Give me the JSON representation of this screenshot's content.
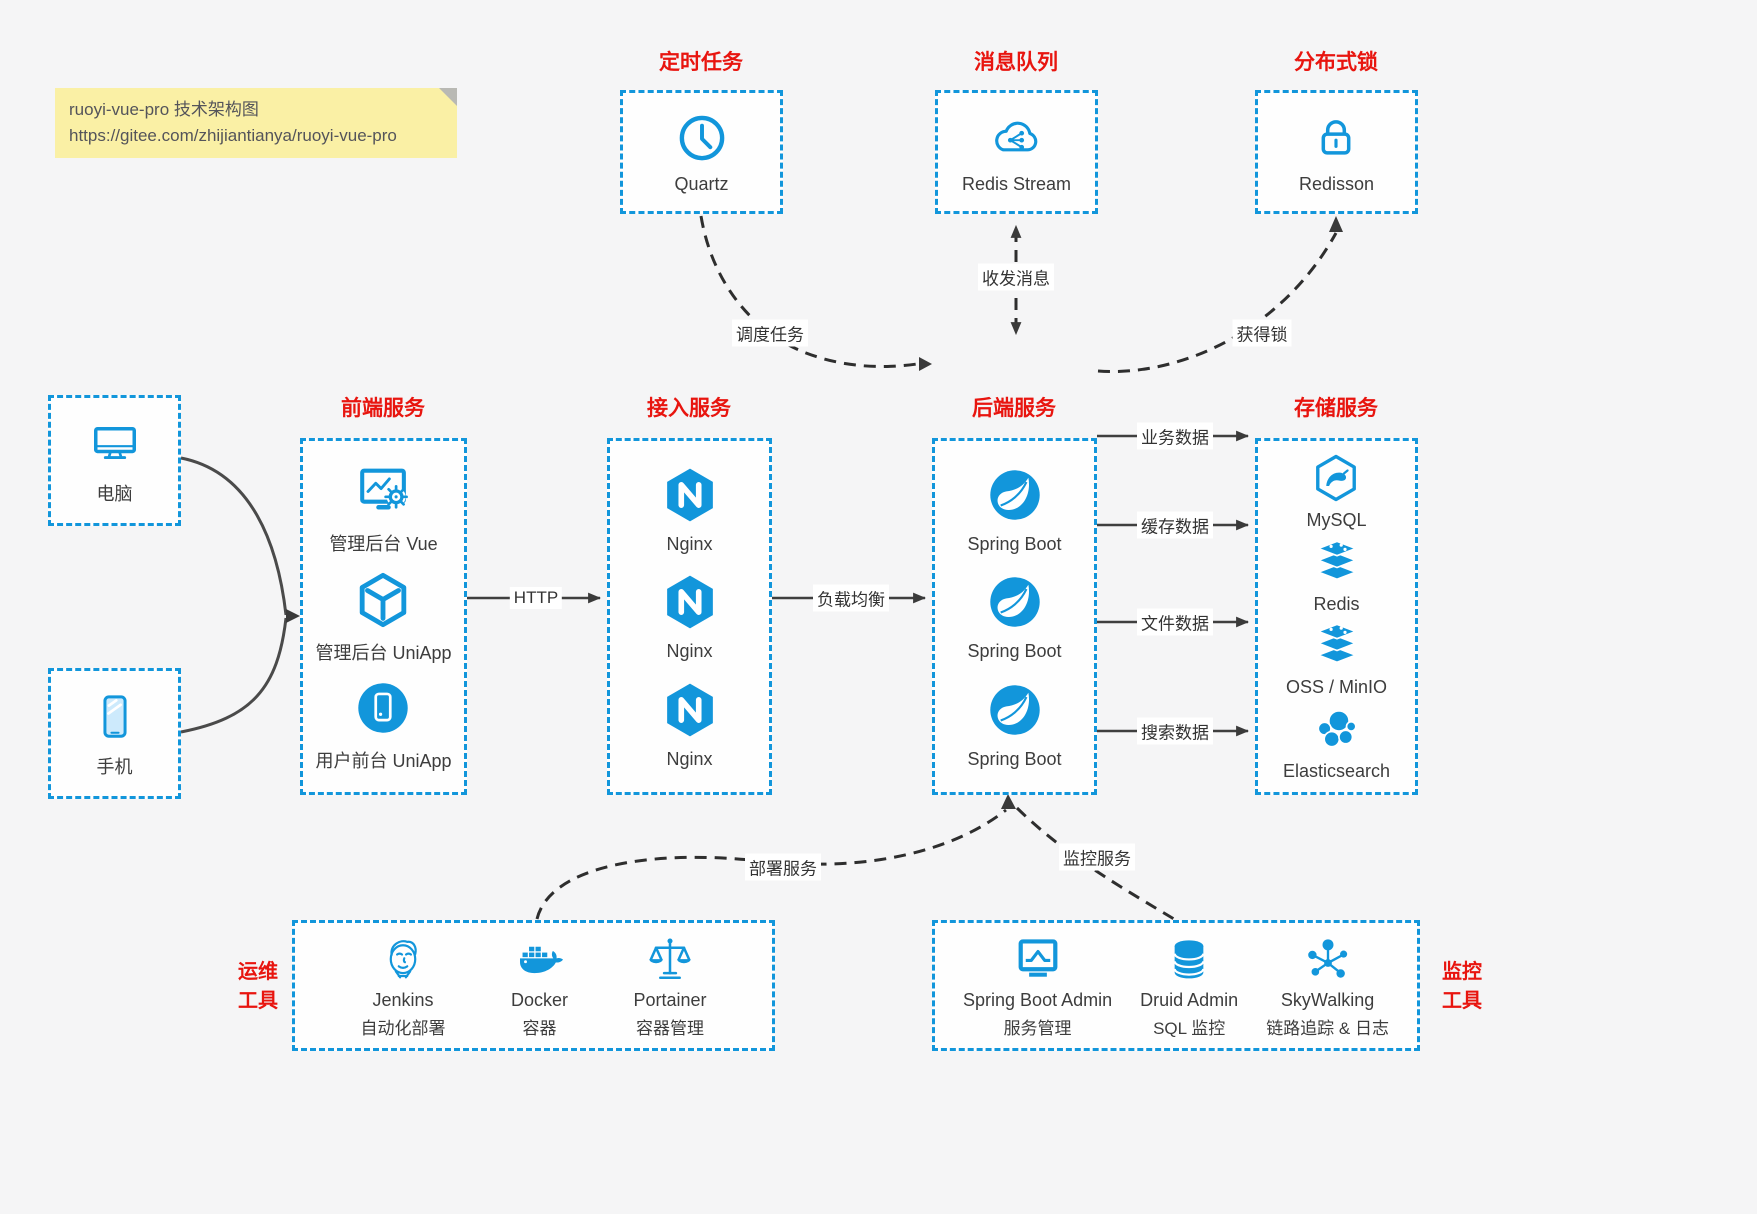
{
  "note": {
    "title": "ruoyi-vue-pro 技术架构图",
    "url": "https://gitee.com/zhijiantianya/ruoyi-vue-pro"
  },
  "colors": {
    "accent_blue": "#1296db",
    "title_red": "#e8150f",
    "arrow_dark": "#3a3a3a",
    "note_bg": "#faf0a5"
  },
  "top_groups": [
    {
      "title": "定时任务",
      "icon": "clock-icon",
      "label": "Quartz"
    },
    {
      "title": "消息队列",
      "icon": "cloud-network-icon",
      "label": "Redis Stream"
    },
    {
      "title": "分布式锁",
      "icon": "lock-icon",
      "label": "Redisson"
    }
  ],
  "clients": [
    {
      "icon": "desktop-icon",
      "label": "电脑"
    },
    {
      "icon": "mobile-icon",
      "label": "手机"
    }
  ],
  "columns": [
    {
      "title": "前端服务",
      "items": [
        {
          "icon": "admin-vue-icon",
          "label": "管理后台 Vue"
        },
        {
          "icon": "uniapp-cube-icon",
          "label": "管理后台 UniApp"
        },
        {
          "icon": "user-app-icon",
          "label": "用户前台 UniApp"
        }
      ]
    },
    {
      "title": "接入服务",
      "items": [
        {
          "icon": "nginx-icon",
          "label": "Nginx"
        },
        {
          "icon": "nginx-icon",
          "label": "Nginx"
        },
        {
          "icon": "nginx-icon",
          "label": "Nginx"
        }
      ]
    },
    {
      "title": "后端服务",
      "items": [
        {
          "icon": "spring-boot-icon",
          "label": "Spring Boot"
        },
        {
          "icon": "spring-boot-icon",
          "label": "Spring Boot"
        },
        {
          "icon": "spring-boot-icon",
          "label": "Spring Boot"
        }
      ]
    },
    {
      "title": "存储服务",
      "items": [
        {
          "icon": "mysql-icon",
          "label": "MySQL"
        },
        {
          "icon": "redis-icon",
          "label": "Redis"
        },
        {
          "icon": "oss-minio-icon",
          "label": "OSS / MinIO"
        },
        {
          "icon": "elasticsearch-icon",
          "label": "Elasticsearch"
        }
      ]
    }
  ],
  "edges": {
    "http": "HTTP",
    "load_balance": "负载均衡",
    "schedule": "调度任务",
    "message": "收发消息",
    "lock": "获得锁",
    "business_data": "业务数据",
    "cache_data": "缓存数据",
    "file_data": "文件数据",
    "search_data": "搜索数据",
    "deploy": "部署服务",
    "monitor": "监控服务"
  },
  "bottom_groups": [
    {
      "side_label_line1": "运维",
      "side_label_line2": "工具",
      "items": [
        {
          "icon": "jenkins-icon",
          "name": "Jenkins",
          "sub": "自动化部署"
        },
        {
          "icon": "docker-icon",
          "name": "Docker",
          "sub": "容器"
        },
        {
          "icon": "portainer-icon",
          "name": "Portainer",
          "sub": "容器管理"
        }
      ]
    },
    {
      "side_label_line1": "监控",
      "side_label_line2": "工具",
      "items": [
        {
          "icon": "spring-boot-admin-icon",
          "name": "Spring Boot Admin",
          "sub": "服务管理"
        },
        {
          "icon": "druid-icon",
          "name": "Druid Admin",
          "sub": "SQL 监控"
        },
        {
          "icon": "skywalking-icon",
          "name": "SkyWalking",
          "sub": "链路追踪 & 日志"
        }
      ]
    }
  ]
}
